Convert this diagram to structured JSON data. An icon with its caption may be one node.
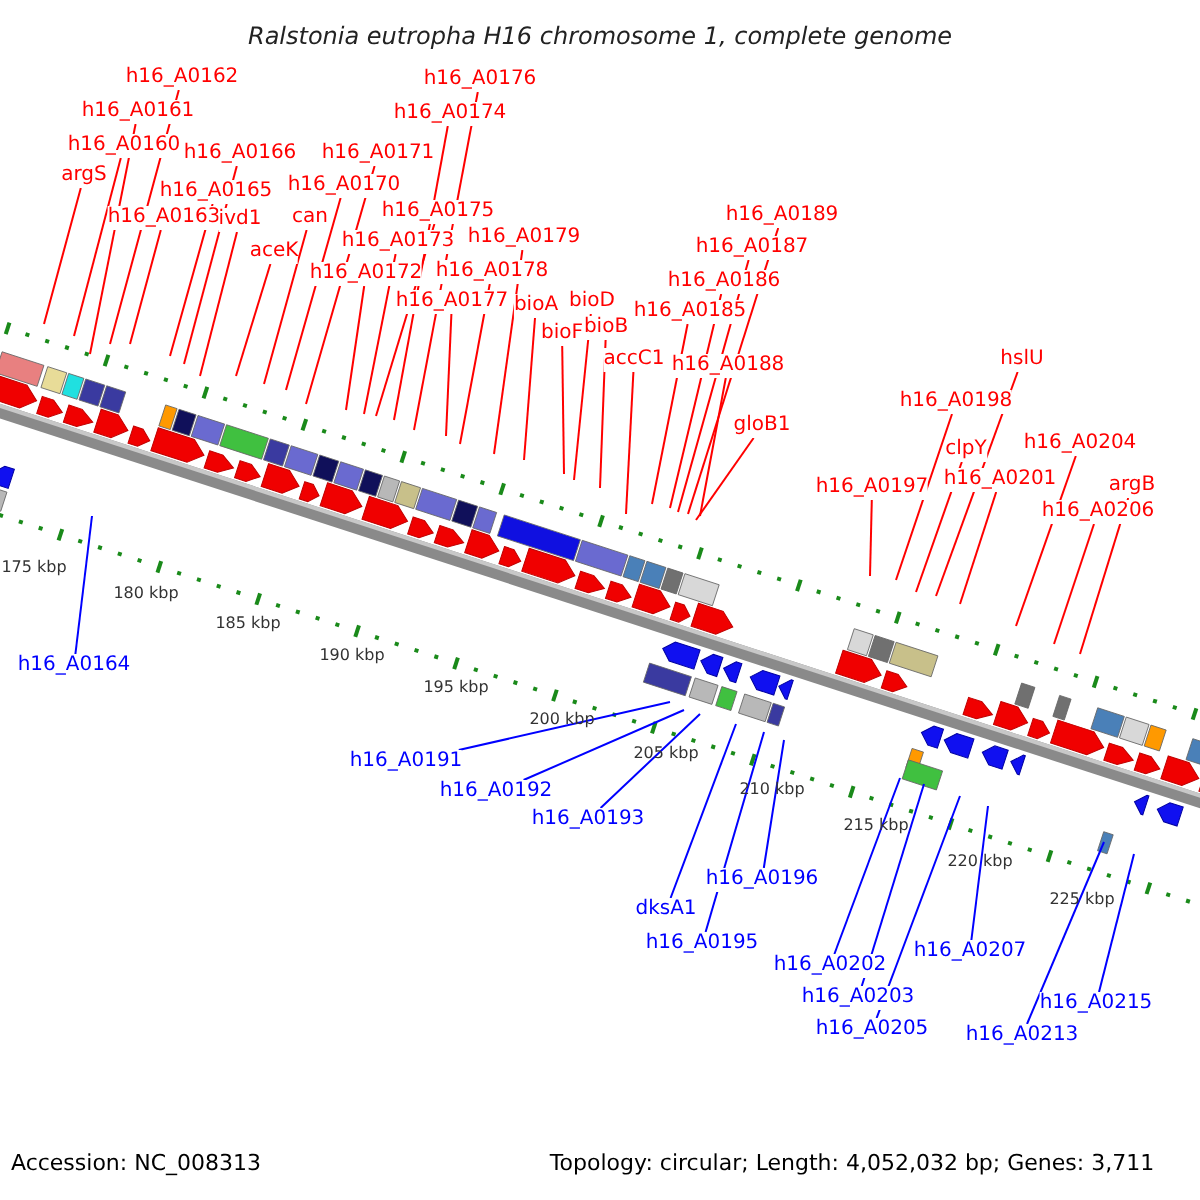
{
  "diagram": {
    "title": "Ralstonia eutropha H16 chromosome 1, complete genome",
    "nodes": [
      {
        "text": [
          "h16_A0162"
        ]
      },
      {
        "text": [
          "h16_A0176"
        ]
      },
      {
        "text": [
          "h16_A0161"
        ]
      },
      {
        "text": [
          "h16_A0174"
        ]
      },
      {
        "text": [
          "h16_A0160"
        ]
      },
      {
        "text": [
          "h16_A0166"
        ]
      },
      {
        "text": [
          "h16_A0171"
        ]
      },
      {
        "text": [
          "argS"
        ]
      },
      {
        "text": [
          "h16_A0165"
        ]
      },
      {
        "text": [
          "h16_A0170"
        ]
      },
      {
        "text": [
          "h16_A0175"
        ]
      },
      {
        "text": [
          "h16_A0189"
        ]
      },
      {
        "text": [
          "h16_A0163"
        ]
      },
      {
        "text": [
          "ivd1"
        ]
      },
      {
        "text": [
          "can"
        ]
      },
      {
        "text": [
          "h16_A0173"
        ]
      },
      {
        "text": [
          "h16_A0179"
        ]
      },
      {
        "text": [
          "h16_A0187"
        ]
      },
      {
        "text": [
          "aceK"
        ]
      },
      {
        "text": [
          "h16_A0178"
        ]
      },
      {
        "text": [
          "h16_A0172"
        ]
      },
      {
        "text": [
          "h16_A0186"
        ]
      },
      {
        "text": [
          "h16_A0177"
        ]
      },
      {
        "text": [
          "bioA"
        ]
      },
      {
        "text": [
          "bioD"
        ]
      },
      {
        "text": [
          "h16_A0185"
        ]
      },
      {
        "text": [
          "bioF"
        ]
      },
      {
        "text": [
          "bioB"
        ]
      },
      {
        "text": [
          "accC1"
        ]
      },
      {
        "text": [
          "hslU"
        ]
      },
      {
        "text": [
          "h16_A0188"
        ]
      },
      {
        "text": [
          "h16_A0198"
        ]
      },
      {
        "text": [
          "gloB1"
        ]
      },
      {
        "text": [
          "h16_A0204"
        ]
      },
      {
        "text": [
          "clpY"
        ]
      },
      {
        "text": [
          "h16_A0201"
        ]
      },
      {
        "text": [
          "h16_A0197"
        ]
      },
      {
        "text": [
          "argB"
        ]
      },
      {
        "text": [
          "h16_A0206"
        ]
      },
      {
        "text": [
          "h16_A0164"
        ]
      },
      {
        "text": [
          "h16_A0191"
        ]
      },
      {
        "text": [
          "h16_A0192"
        ]
      },
      {
        "text": [
          "h16_A0193"
        ]
      },
      {
        "text": [
          "h16_A0196"
        ]
      },
      {
        "text": [
          "dksA1"
        ]
      },
      {
        "text": [
          "h16_A0195"
        ]
      },
      {
        "text": [
          "h16_A0207"
        ]
      },
      {
        "text": [
          "h16_A0202"
        ]
      },
      {
        "text": [
          "h16_A0203"
        ]
      },
      {
        "text": [
          "h16_A0215"
        ]
      },
      {
        "text": [
          "h16_A0205"
        ]
      },
      {
        "text": [
          "h16_A0213"
        ]
      }
    ],
    "edges": [
      {
        "from": 0,
        "to": null,
        "arrow": "none"
      },
      {
        "from": 1,
        "to": null,
        "arrow": "none"
      },
      {
        "from": 2,
        "to": null,
        "arrow": "none"
      },
      {
        "from": 3,
        "to": null,
        "arrow": "none"
      },
      {
        "from": 4,
        "to": null,
        "arrow": "none"
      },
      {
        "from": 5,
        "to": null,
        "arrow": "none"
      },
      {
        "from": 6,
        "to": null,
        "arrow": "none"
      },
      {
        "from": 7,
        "to": null,
        "arrow": "none"
      },
      {
        "from": 8,
        "to": null,
        "arrow": "none"
      },
      {
        "from": 9,
        "to": null,
        "arrow": "none"
      },
      {
        "from": 10,
        "to": null,
        "arrow": "none"
      },
      {
        "from": 11,
        "to": null,
        "arrow": "none"
      },
      {
        "from": 12,
        "to": null,
        "arrow": "none"
      },
      {
        "from": 13,
        "to": null,
        "arrow": "none"
      },
      {
        "from": 14,
        "to": null,
        "arrow": "none"
      },
      {
        "from": 15,
        "to": null,
        "arrow": "none"
      },
      {
        "from": 16,
        "to": null,
        "arrow": "none"
      },
      {
        "from": 17,
        "to": null,
        "arrow": "none"
      },
      {
        "from": 18,
        "to": null,
        "arrow": "none"
      },
      {
        "from": 19,
        "to": null,
        "arrow": "none"
      },
      {
        "from": 20,
        "to": null,
        "arrow": "none"
      },
      {
        "from": 21,
        "to": null,
        "arrow": "none"
      },
      {
        "from": 22,
        "to": null,
        "arrow": "none"
      },
      {
        "from": 23,
        "to": null,
        "arrow": "none"
      },
      {
        "from": 24,
        "to": null,
        "arrow": "none"
      },
      {
        "from": 25,
        "to": null,
        "arrow": "none"
      },
      {
        "from": 26,
        "to": null,
        "arrow": "none"
      },
      {
        "from": 27,
        "to": null,
        "arrow": "none"
      },
      {
        "from": 28,
        "to": null,
        "arrow": "none"
      },
      {
        "from": 29,
        "to": null,
        "arrow": "none"
      },
      {
        "from": 30,
        "to": null,
        "arrow": "none"
      },
      {
        "from": 31,
        "to": null,
        "arrow": "none"
      },
      {
        "from": 32,
        "to": null,
        "arrow": "none"
      },
      {
        "from": 33,
        "to": null,
        "arrow": "none"
      },
      {
        "from": 34,
        "to": null,
        "arrow": "none"
      },
      {
        "from": 35,
        "to": null,
        "arrow": "none"
      },
      {
        "from": 36,
        "to": null,
        "arrow": "none"
      },
      {
        "from": 37,
        "to": null,
        "arrow": "none"
      },
      {
        "from": 38,
        "to": null,
        "arrow": "none"
      },
      {
        "from": 39,
        "to": null,
        "arrow": "none",
        "color": "#0000ff"
      },
      {
        "from": 40,
        "to": null,
        "arrow": "none",
        "color": "#0000ff"
      },
      {
        "from": 41,
        "to": null,
        "arrow": "none",
        "color": "#0000ff"
      },
      {
        "from": 42,
        "to": null,
        "arrow": "none",
        "color": "#0000ff"
      },
      {
        "from": 43,
        "to": null,
        "arrow": "none",
        "color": "#0000ff"
      },
      {
        "from": 44,
        "to": null,
        "arrow": "none",
        "color": "#0000ff"
      },
      {
        "from": 45,
        "to": null,
        "arrow": "none",
        "color": "#0000ff"
      },
      {
        "from": 46,
        "to": null,
        "arrow": "none",
        "color": "#0000ff"
      },
      {
        "from": 47,
        "to": null,
        "arrow": "none",
        "color": "#0000ff"
      },
      {
        "from": 48,
        "to": null,
        "arrow": "none",
        "color": "#0000ff"
      },
      {
        "from": 49,
        "to": null,
        "arrow": "none",
        "color": "#0000ff"
      },
      {
        "from": 50,
        "to": null,
        "arrow": "none",
        "color": "#0000ff"
      },
      {
        "from": 51,
        "to": null,
        "arrow": "none",
        "color": "#0000ff"
      }
    ],
    "labels": [
      "175 kbp",
      "180 kbp",
      "185 kbp",
      "190 kbp",
      "195 kbp",
      "200 kbp",
      "205 kbp",
      "210 kbp",
      "215 kbp",
      "220 kbp",
      "225 kbp",
      "Accession: NC_008313",
      "Topology: circular; Length: 4,052,032 bp; Genes: 3,711"
    ]
  }
}
